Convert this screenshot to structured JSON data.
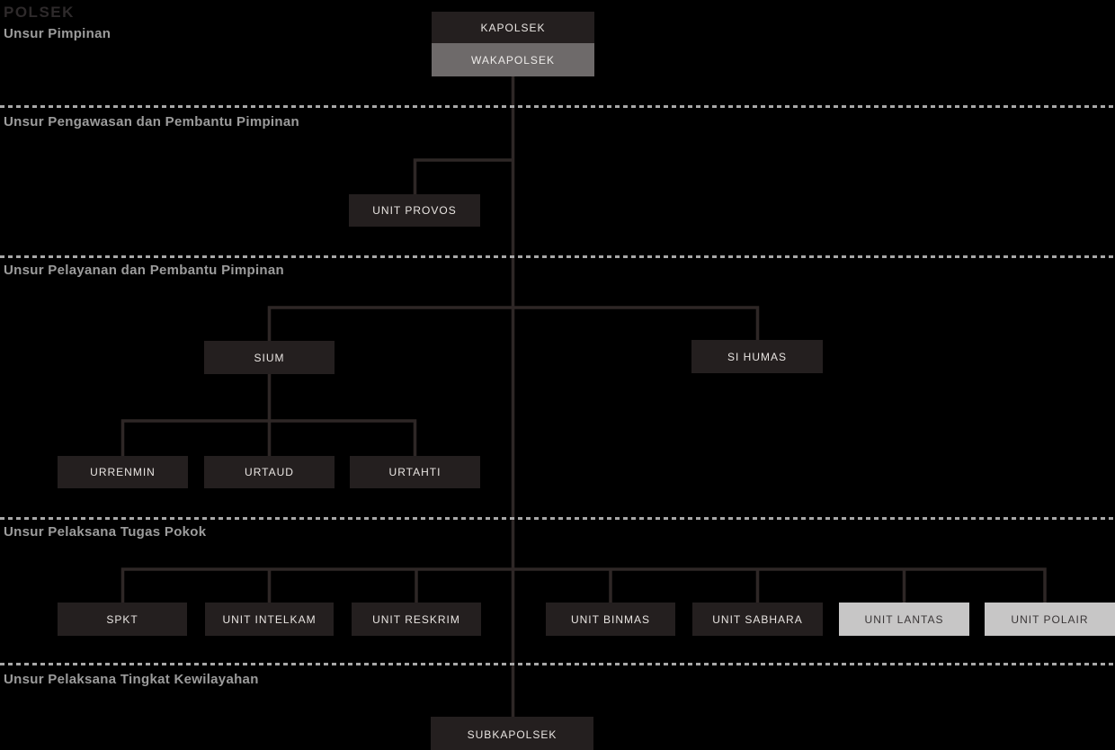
{
  "title": "POLSEK",
  "sections": [
    {
      "label": "Unsur Pimpinan"
    },
    {
      "label": "Unsur Pengawasan dan Pembantu Pimpinan"
    },
    {
      "label": "Unsur Pelayanan dan Pembantu Pimpinan"
    },
    {
      "label": "Unsur Pelaksana Tugas Pokok"
    },
    {
      "label": "Unsur Pelaksana Tingkat Kewilayahan"
    }
  ],
  "nodes": {
    "kapolsek": "KAPOLSEK",
    "wakapolsek": "WAKAPOLSEK",
    "unit_provos": "UNIT PROVOS",
    "sium": "SIUM",
    "si_humas": "SI HUMAS",
    "urrenmin": "URRENMIN",
    "urtaud": "URTAUD",
    "urtahti": "URTAHTI",
    "spkt": "SPKT",
    "unit_intelkam": "UNIT INTELKAM",
    "unit_reskrim": "UNIT RESKRIM",
    "unit_binmas": "UNIT BINMAS",
    "unit_sabhara": "UNIT SABHARA",
    "unit_lantas": "UNIT LANTAS",
    "unit_polair": "UNIT POLAIR",
    "subkapolsek": "SUBKAPOLSEK"
  },
  "structure": {
    "leadership": [
      "KAPOLSEK",
      "WAKAPOLSEK"
    ],
    "pengawasan_pembantu_pimpinan": [
      "UNIT PROVOS"
    ],
    "pelayanan_pembantu_pimpinan": [
      "SIUM",
      "SI HUMAS"
    ],
    "sium_children": [
      "URRENMIN",
      "URTAUD",
      "URTAHTI"
    ],
    "pelaksana_tugas_pokok": [
      "SPKT",
      "UNIT INTELKAM",
      "UNIT RESKRIM",
      "UNIT BINMAS",
      "UNIT SABHARA",
      "UNIT LANTAS",
      "UNIT POLAIR"
    ],
    "pelaksana_tingkat_kewilayahan": [
      "SUBKAPOLSEK"
    ]
  },
  "colors": {
    "background": "#000000",
    "box_dark": "#241f1f",
    "box_gray": "#6e6a6a",
    "box_light": "#c7c6c6",
    "box_dark_text": "#e9e5e2",
    "box_light_text": "#3a3637",
    "connector_line": "#2e2726",
    "divider_dash": "#a8a8a8",
    "section_label_text": "#9c9c9c",
    "title_text": "#2e2a2b"
  }
}
